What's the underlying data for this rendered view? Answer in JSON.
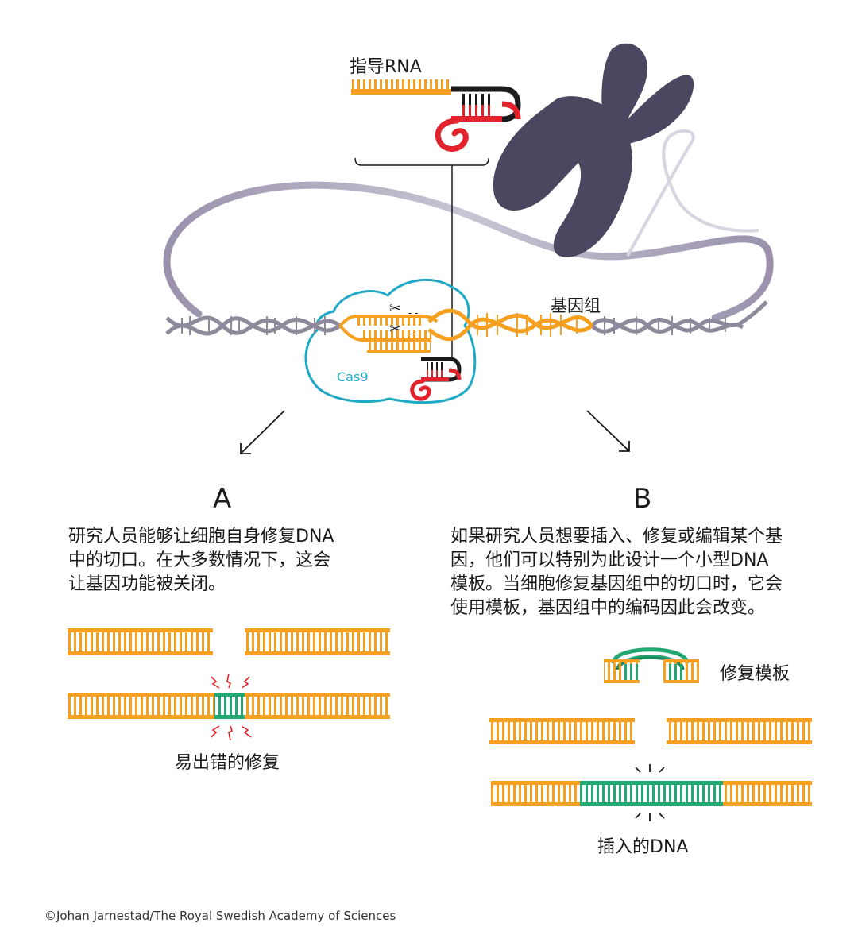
{
  "guide_rna_label": "指导RNA",
  "genome_label": "基因组",
  "cas9_label": "Cas9",
  "panel_a": {
    "letter": "A",
    "lines": [
      "研究人员能够让细胞自身修复DNA",
      "中的切口。在大多数情况下，这会",
      "让基因功能被关闭。"
    ],
    "caption": "易出错的修复"
  },
  "panel_b": {
    "letter": "B",
    "lines": [
      "如果研究人员想要插入、修复或编辑某个基",
      "因，他们可以特别为此设计一个小型DNA",
      "模板。当细胞修复基因组中的切口时，它会",
      "使用模板，基因组中的编码因此会改变。"
    ],
    "template_label": "修复模板",
    "caption": "插入的DNA"
  },
  "credit": "©Johan Jarnestad/The Royal Swedish Academy of Sciences",
  "colors": {
    "dna_orange": "#f5a021",
    "dna_gray": "#8e8a9c",
    "repair_green": "#22a872",
    "cas9_outline": "#1fa9c6",
    "rna_red": "#e2232b",
    "chromosome": "#4a4760"
  }
}
